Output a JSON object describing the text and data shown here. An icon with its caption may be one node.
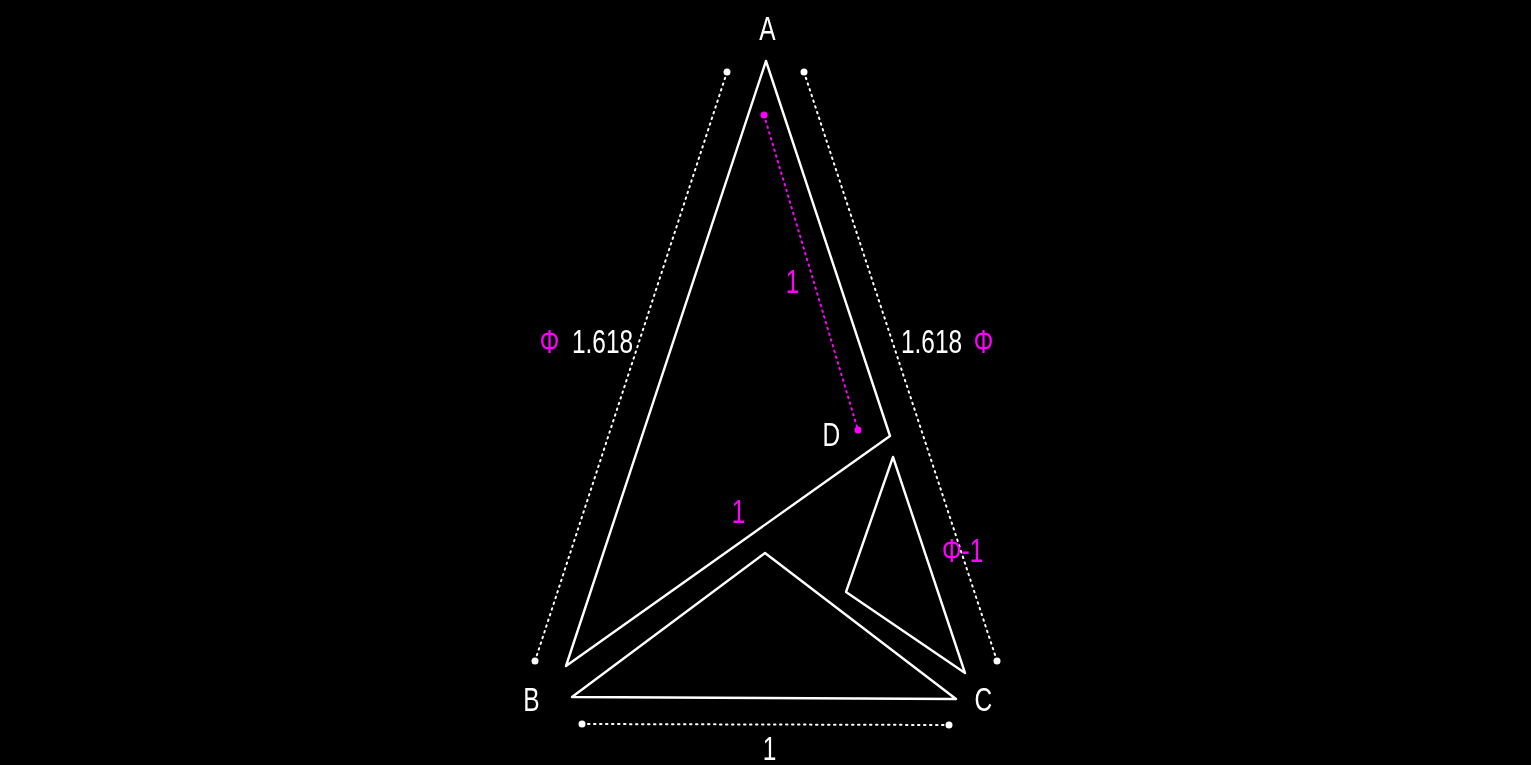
{
  "diagram": {
    "nodes": [
      {
        "text": [],
        "shape": "triangle"
      },
      {
        "text": [],
        "shape": "triangle"
      },
      {
        "text": [],
        "shape": "triangle"
      }
    ],
    "labels": [
      "A",
      "1",
      "Φ",
      "1.618",
      "1.618",
      "Φ",
      "D",
      "1",
      "Φ-1",
      "B",
      "C",
      "1"
    ]
  }
}
